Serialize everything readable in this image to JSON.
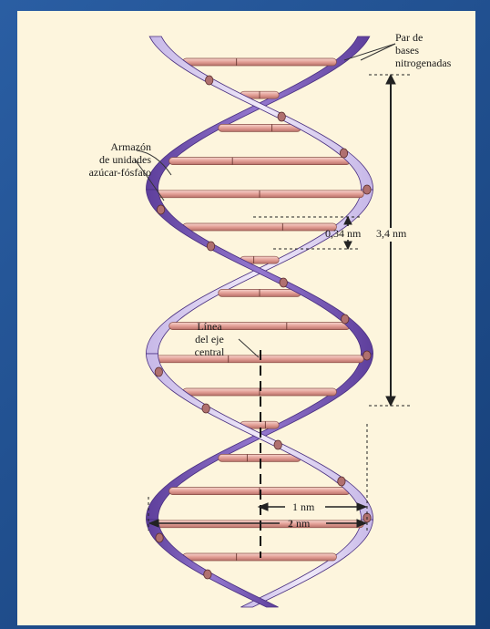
{
  "diagram": {
    "labels": {
      "pair_line1": "Par de",
      "pair_line2": "bases",
      "pair_line3": "nitrogenadas",
      "backbone_line1": "Armazón",
      "backbone_line2": "de unidades",
      "backbone_line3": "azúcar-fósfato",
      "axis_line1": "Línea",
      "axis_line2": "del eje",
      "axis_line3": "central",
      "rise": "0,34 nm",
      "pitch": "3,4 nm",
      "radius": "1 nm",
      "diameter": "2 nm"
    },
    "colors": {
      "background": "#fdf5dd",
      "frame": "#1d4a86",
      "strand_dark": "#7a5ab8",
      "strand_light": "#d9cdef",
      "base_pair": "#e7a9a0",
      "phosphate": "#b0706f"
    }
  }
}
